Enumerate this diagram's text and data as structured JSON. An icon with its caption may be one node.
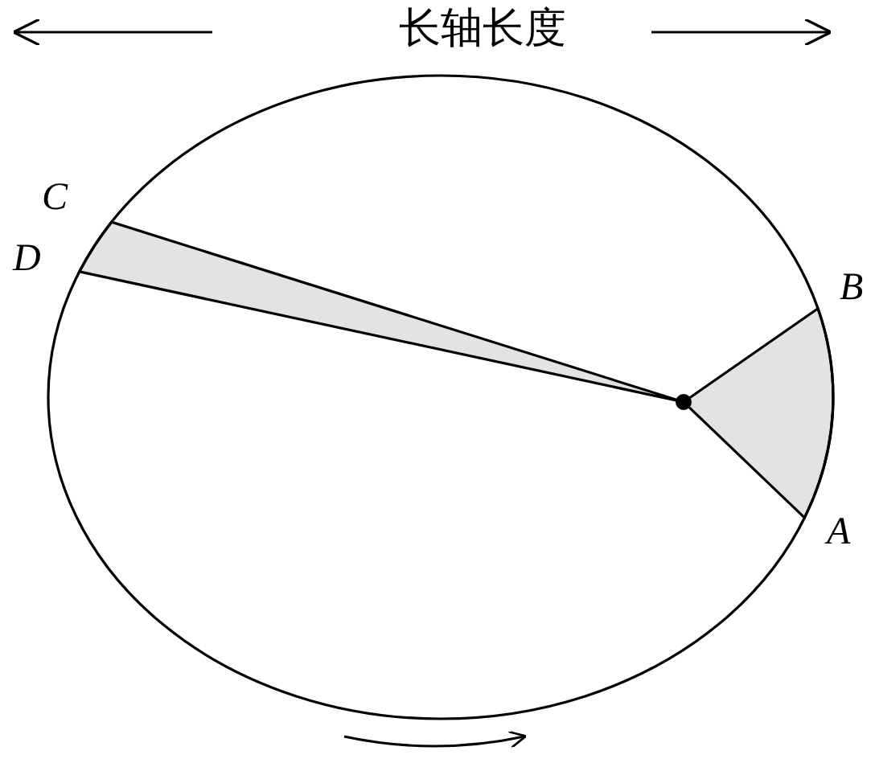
{
  "diagram": {
    "labels": [
      "长轴长度",
      "C",
      "D",
      "B",
      "A"
    ]
  }
}
